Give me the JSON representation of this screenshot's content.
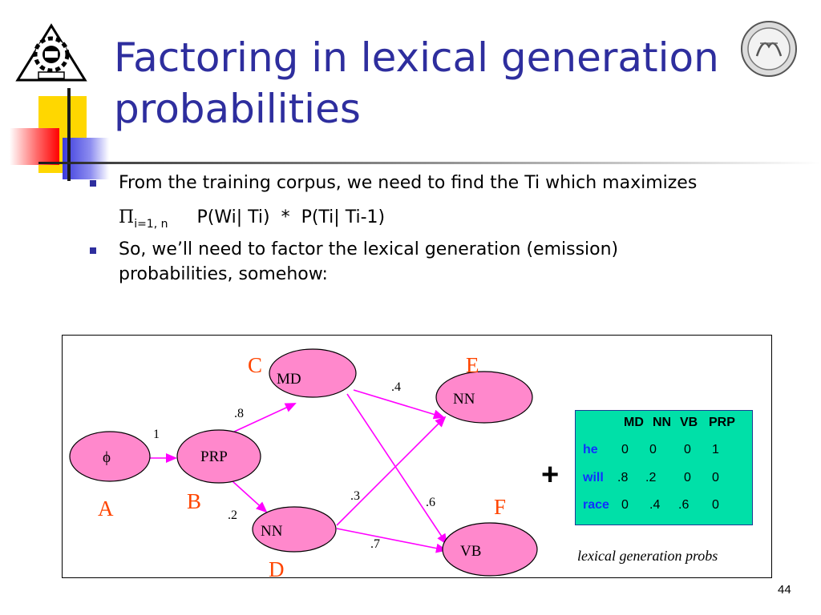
{
  "title": {
    "line1": "Factoring in lexical generation",
    "line2": "probabilities"
  },
  "bullets": [
    {
      "text": "From the training corpus, we need to find the Ti which maximizes"
    },
    {
      "text": "So, we’ll need to factor the lexical generation (emission)",
      "text2": "probabilities, somehow:"
    }
  ],
  "formula": {
    "symbol": "Π",
    "subscript": "i=1, n",
    "expression": "P(Wi| Ti)  *  P(Ti| Ti-1)"
  },
  "diagram": {
    "nodes": [
      {
        "id": "phi",
        "label": "ϕ",
        "letter": "A"
      },
      {
        "id": "prp",
        "label": "PRP",
        "letter": "B"
      },
      {
        "id": "md",
        "label": "MD",
        "letter": "C"
      },
      {
        "id": "nn1",
        "label": "NN",
        "letter": "D"
      },
      {
        "id": "nn2",
        "label": "NN",
        "letter": "E"
      },
      {
        "id": "vb",
        "label": "VB",
        "letter": "F"
      }
    ],
    "edges": [
      {
        "from": "phi",
        "to": "prp",
        "label": "1"
      },
      {
        "from": "prp",
        "to": "md",
        "label": ".8"
      },
      {
        "from": "prp",
        "to": "nn1",
        "label": ".2"
      },
      {
        "from": "md",
        "to": "nn2",
        "label": ".4"
      },
      {
        "from": "md",
        "to": "vb",
        "label": ".6"
      },
      {
        "from": "nn1",
        "to": "nn2",
        "label": ".3"
      },
      {
        "from": "nn1",
        "to": "vb",
        "label": ".7"
      }
    ],
    "colors": {
      "node_fill": "#ff88cc",
      "edge": "#ff00ff",
      "letter": "#ff4500",
      "table_bg": "#00e0a8",
      "word": "#1030ff"
    }
  },
  "table": {
    "headers": [
      "MD",
      "NN",
      "VB",
      "PRP"
    ],
    "rows": [
      {
        "word": "he",
        "values": [
          "0",
          "0",
          "0",
          "1"
        ]
      },
      {
        "word": "will",
        "values": [
          ".8",
          ".2",
          "0",
          "0"
        ]
      },
      {
        "word": "race",
        "values": [
          "0",
          ".4",
          ".6",
          "0"
        ]
      }
    ]
  },
  "plus": "+",
  "caption": "lexical generation probs",
  "page_number": "44"
}
